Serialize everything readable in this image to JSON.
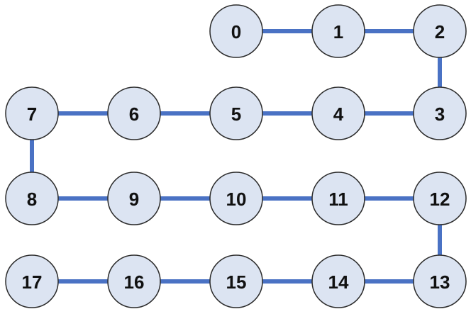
{
  "diagram": {
    "nodes": [
      {
        "id": 0,
        "label": "0"
      },
      {
        "id": 1,
        "label": "1"
      },
      {
        "id": 2,
        "label": "2"
      },
      {
        "id": 3,
        "label": "3"
      },
      {
        "id": 4,
        "label": "4"
      },
      {
        "id": 5,
        "label": "5"
      },
      {
        "id": 6,
        "label": "6"
      },
      {
        "id": 7,
        "label": "7"
      },
      {
        "id": 8,
        "label": "8"
      },
      {
        "id": 9,
        "label": "9"
      },
      {
        "id": 10,
        "label": "10"
      },
      {
        "id": 11,
        "label": "11"
      },
      {
        "id": 12,
        "label": "12"
      },
      {
        "id": 13,
        "label": "13"
      },
      {
        "id": 14,
        "label": "14"
      },
      {
        "id": 15,
        "label": "15"
      },
      {
        "id": 16,
        "label": "16"
      },
      {
        "id": 17,
        "label": "17"
      }
    ],
    "edges": [
      [
        0,
        1
      ],
      [
        1,
        2
      ],
      [
        2,
        3
      ],
      [
        3,
        4
      ],
      [
        4,
        5
      ],
      [
        5,
        6
      ],
      [
        6,
        7
      ],
      [
        7,
        8
      ],
      [
        8,
        9
      ],
      [
        9,
        10
      ],
      [
        10,
        11
      ],
      [
        11,
        12
      ],
      [
        12,
        13
      ],
      [
        13,
        14
      ],
      [
        14,
        15
      ],
      [
        15,
        16
      ],
      [
        16,
        17
      ]
    ],
    "colors": {
      "node_fill": "#dce4f2",
      "node_stroke": "#2b2b2b",
      "edge": "#4a72c4",
      "label": "#111111"
    }
  }
}
